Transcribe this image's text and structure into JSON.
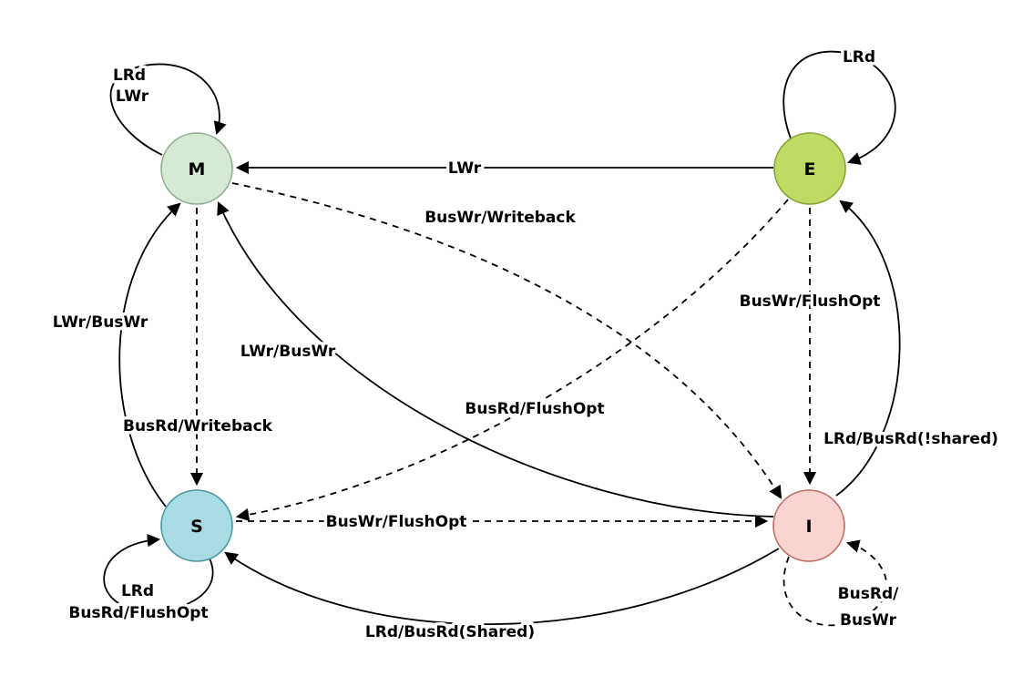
{
  "diagram": {
    "kind": "state-diagram",
    "states": {
      "M": {
        "label": "M",
        "fill": "#d6e9d5",
        "stroke": "#8fae8f"
      },
      "E": {
        "label": "E",
        "fill": "#bedb63",
        "stroke": "#85a336"
      },
      "S": {
        "label": "S",
        "fill": "#a9dce2",
        "stroke": "#4a97a0"
      },
      "I": {
        "label": "I",
        "fill": "#f9d4d0",
        "stroke": "#c06b64"
      }
    },
    "edges": {
      "m_self": {
        "from": "M",
        "to": "M",
        "style": "solid",
        "label1": "LRd",
        "label2": "LWr"
      },
      "e_self": {
        "from": "E",
        "to": "E",
        "style": "solid",
        "label1": "LRd"
      },
      "e_to_m": {
        "from": "E",
        "to": "M",
        "style": "solid",
        "label": "LWr"
      },
      "m_to_s": {
        "from": "M",
        "to": "S",
        "style": "dashed",
        "label": "BusRd/Writeback"
      },
      "m_to_i": {
        "from": "M",
        "to": "I",
        "style": "dashed",
        "label": "BusWr/Writeback"
      },
      "e_to_s": {
        "from": "E",
        "to": "S",
        "style": "dashed",
        "label": "BusRd/FlushOpt"
      },
      "e_to_i": {
        "from": "E",
        "to": "I",
        "style": "dashed",
        "label": "BusWr/FlushOpt"
      },
      "s_to_m": {
        "from": "S",
        "to": "M",
        "style": "solid",
        "label": "LWr/BusWr"
      },
      "i_to_m": {
        "from": "I",
        "to": "M",
        "style": "solid",
        "label": "LWr/BusWr"
      },
      "i_to_e": {
        "from": "I",
        "to": "E",
        "style": "solid",
        "label": "LRd/BusRd(!shared)"
      },
      "s_to_i": {
        "from": "S",
        "to": "I",
        "style": "dashed",
        "label": "BusWr/FlushOpt"
      },
      "s_self": {
        "from": "S",
        "to": "S",
        "style": "solid",
        "label1": "LRd",
        "label2": "BusRd/FlushOpt"
      },
      "i_self": {
        "from": "I",
        "to": "I",
        "style": "dashed",
        "label1": "BusRd/",
        "label2": "BusWr"
      },
      "i_to_s": {
        "from": "I",
        "to": "S",
        "style": "solid",
        "label": "LRd/BusRd(Shared)"
      }
    }
  }
}
